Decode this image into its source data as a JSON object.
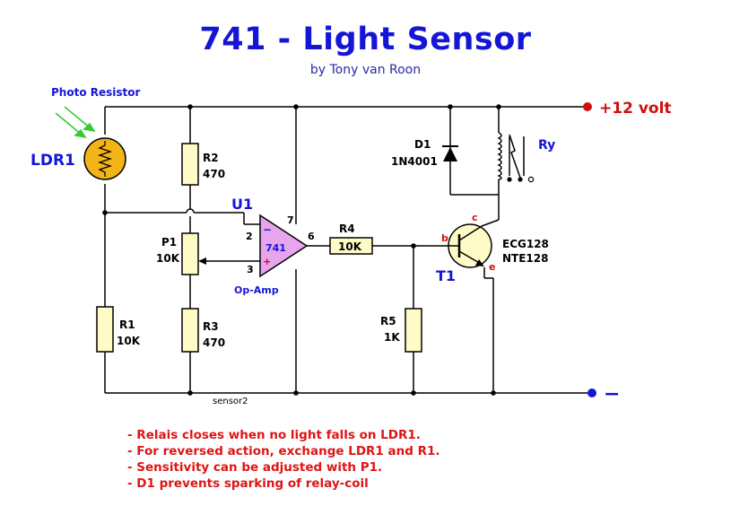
{
  "title": "741 - Light Sensor",
  "byline": "by Tony van Roon",
  "labels": {
    "photo_resistor": "Photo Resistor",
    "ldr1": "LDR1",
    "r2_name": "R2",
    "r2_value": "470",
    "p1_name": "P1",
    "p1_value": "10K",
    "r1_name": "R1",
    "r1_value": "10K",
    "r3_name": "R3",
    "r3_value": "470",
    "u1": "U1",
    "opamp_chip": "741",
    "opamp_caption": "Op-Amp",
    "pin2": "2",
    "pin3": "3",
    "pin6": "6",
    "pin7": "7",
    "pin_minus": "−",
    "pin_plus": "+",
    "r4_name": "R4",
    "r4_value": "10K",
    "r5_name": "R5",
    "r5_value": "1K",
    "d1_name": "D1",
    "d1_value": "1N4001",
    "ry": "Ry",
    "t1": "T1",
    "transistor_b": "b",
    "transistor_c": "c",
    "transistor_e": "e",
    "ecg": "ECG128",
    "nte": "NTE128",
    "supply_pos": "+12 volt",
    "supply_neg": "−",
    "sensor": "sensor2"
  },
  "notes": [
    "- Relais closes when no light falls on LDR1.",
    "- For reversed action, exchange LDR1 and R1.",
    "- Sensitivity can be adjusted with P1.",
    "- D1 prevents sparking of relay-coil"
  ],
  "colors": {
    "title": "#1515d8",
    "notes": "#e01414",
    "component_fill": "#fffbc6",
    "ldr_fill": "#f2b417",
    "opamp_fill": "#e8a4ec",
    "rail_pos_dot": "#d01010",
    "rail_neg_dot": "#1515d8",
    "arrows": "#33cc33"
  }
}
